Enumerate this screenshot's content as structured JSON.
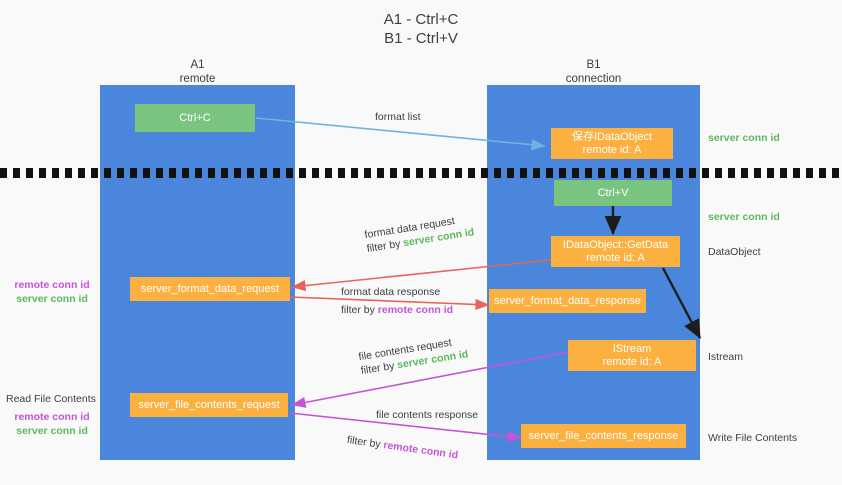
{
  "title": {
    "line1": "A1 - Ctrl+C",
    "line2": "B1 - Ctrl+V"
  },
  "colors": {
    "lane": "#4a86db",
    "box_orange": "#fbb040",
    "box_green": "#7bc47f",
    "server_conn": "#5cb85c",
    "remote_conn": "#c455d6",
    "arrow_blue": "#6fb3e0",
    "arrow_red": "#e8635c",
    "arrow_magenta": "#c455d6",
    "arrow_black": "#1c1c1c",
    "background": "#f9f9f9",
    "text": "#3c4043"
  },
  "lanes": [
    {
      "id": "a1",
      "title": "A1",
      "subtitle": "remote"
    },
    {
      "id": "b1",
      "title": "B1",
      "subtitle": "connection"
    }
  ],
  "boxes": [
    {
      "id": "ctrl-c",
      "kind": "green",
      "label": "Ctrl+C"
    },
    {
      "id": "save-idataobject",
      "kind": "orange",
      "label": "保存IDataObject\nremote id: A"
    },
    {
      "id": "ctrl-v",
      "kind": "green",
      "label": "Ctrl+V"
    },
    {
      "id": "idataobject-getdata",
      "kind": "orange",
      "label": "IDataObject::GetData\nremote id: A"
    },
    {
      "id": "server-format-data-request",
      "kind": "orange",
      "label": "server_format_data_request"
    },
    {
      "id": "server-format-data-response",
      "kind": "orange",
      "label": "server_format_data_response"
    },
    {
      "id": "istream",
      "kind": "orange",
      "label": "IStream\nremote id: A"
    },
    {
      "id": "server-file-contents-request",
      "kind": "orange",
      "label": "server_file_contents_request"
    },
    {
      "id": "server-file-contents-response",
      "kind": "orange",
      "label": "server_file_contents_response"
    }
  ],
  "edges": [
    {
      "id": "format-list",
      "line1_text": "format list",
      "line1_prefix": "",
      "line1_token": "",
      "line1_token_kind": "",
      "line2_prefix": "",
      "line2_token": "",
      "line2_token_kind": ""
    },
    {
      "id": "format-data-request",
      "line1_text": "format data request",
      "line2_prefix": "filter by ",
      "line2_token": "server conn id",
      "line2_token_kind": "server"
    },
    {
      "id": "format-data-response",
      "line1_text": "format data response",
      "line2_prefix": "filter by ",
      "line2_token": "remote conn id",
      "line2_token_kind": "remote"
    },
    {
      "id": "file-contents-request",
      "line1_text": "file contents request",
      "line2_prefix": "filter by ",
      "line2_token": "server conn id",
      "line2_token_kind": "server"
    },
    {
      "id": "file-contents-response",
      "line1_text": "file contents response",
      "line2_prefix": "filter by ",
      "line2_token": "remote conn id",
      "line2_token_kind": "remote"
    }
  ],
  "right_notes": [
    {
      "id": "right-server-conn-1",
      "text": "server conn id",
      "kind": "server"
    },
    {
      "id": "right-server-conn-2",
      "text": "server conn id",
      "kind": "server"
    },
    {
      "id": "right-dataobject",
      "text": "DataObject",
      "kind": "plain"
    },
    {
      "id": "right-istream",
      "text": "Istream",
      "kind": "plain"
    },
    {
      "id": "right-write-file",
      "text": "Write File Contents",
      "kind": "plain"
    }
  ],
  "left_notes": [
    {
      "id": "left-conn-pair-1",
      "line_remote": "remote conn id",
      "line_server": "server conn id",
      "heading": ""
    },
    {
      "id": "left-read-file",
      "heading": "Read File Contents",
      "line_remote": "remote conn id",
      "line_server": "server conn id"
    }
  ]
}
